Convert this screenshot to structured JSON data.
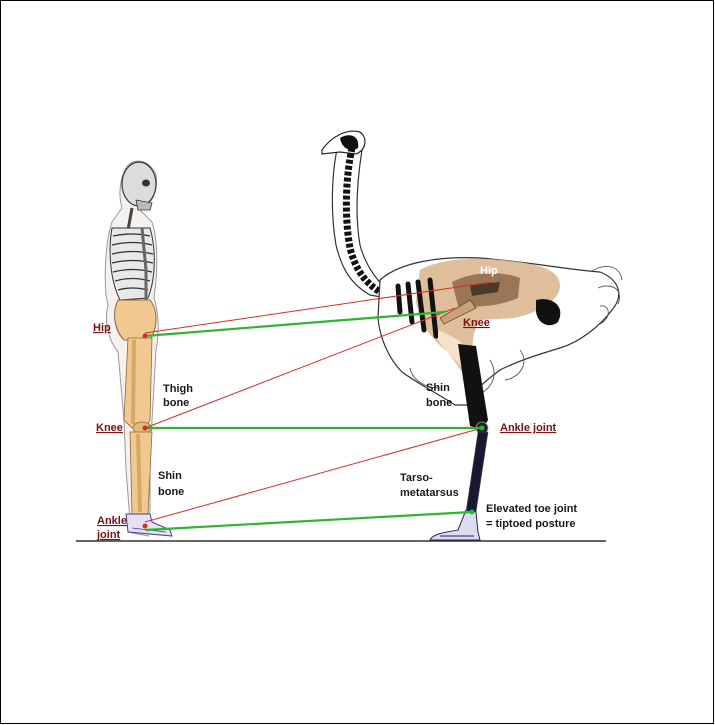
{
  "colors": {
    "bone_tint": "#f0c890",
    "ostrich_leg_tint": "#b08a6a",
    "green_line": "#2fb52f",
    "red_line": "#d23030",
    "label_red": "#7a1010",
    "skeleton_dark": "#111111",
    "outline": "#555555"
  },
  "icons": [
    "human-skeleton-icon",
    "ostrich-skeleton-icon"
  ],
  "human": {
    "hip": "Hip",
    "knee": "Knee",
    "ankle_1": "Ankle",
    "ankle_2": "joint",
    "thigh_1": "Thigh",
    "thigh_2": "bone",
    "shin_1": "Shin",
    "shin_2": "bone"
  },
  "ostrich": {
    "hip": "Hip",
    "knee": "Knee",
    "shin_1": "Shin",
    "shin_2": "bone",
    "ankle": "Ankle joint",
    "tarso_1": "Tarso-",
    "tarso_2": "metatarsus",
    "toe_1": "Elevated toe joint",
    "toe_2": "= tiptoed posture"
  }
}
